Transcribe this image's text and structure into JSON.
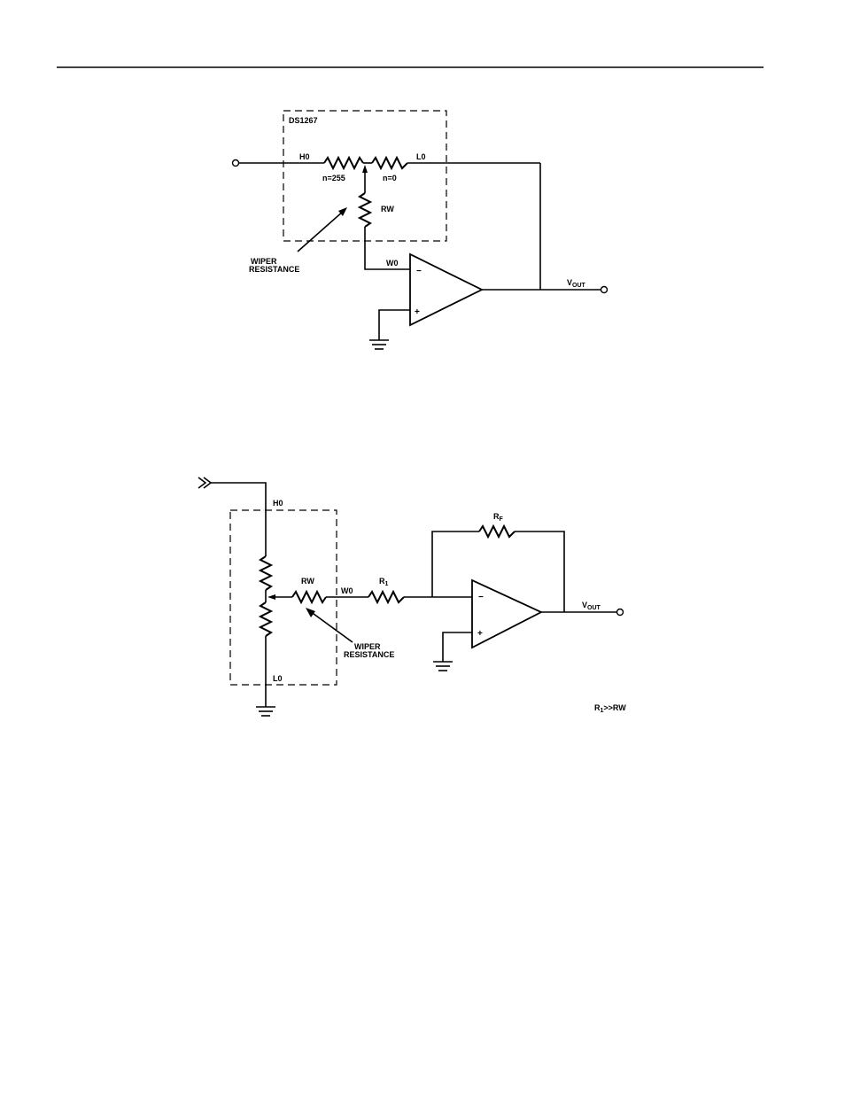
{
  "figure1": {
    "chip_label": "DS1267",
    "h0": "H0",
    "l0": "L0",
    "n_top": "n=255",
    "n_bottom": "n=0",
    "rw": "RW",
    "w0": "W0",
    "wiper_line1": "WIPER",
    "wiper_line2": "RESISTANCE",
    "minus": "−",
    "plus": "+",
    "vout_main": "V",
    "vout_sub": "OUT"
  },
  "figure2": {
    "h0": "H0",
    "l0": "L0",
    "rw": "RW",
    "w0": "W0",
    "r1_main": "R",
    "r1_sub": "1",
    "rf_main": "R",
    "rf_sub": "F",
    "wiper_line1": "WIPER",
    "wiper_line2": "RESISTANCE",
    "minus": "−",
    "plus": "+",
    "vout_main": "V",
    "vout_sub": "OUT",
    "note_main1": "R",
    "note_sub": "1",
    "note_main2": ">>RW"
  }
}
